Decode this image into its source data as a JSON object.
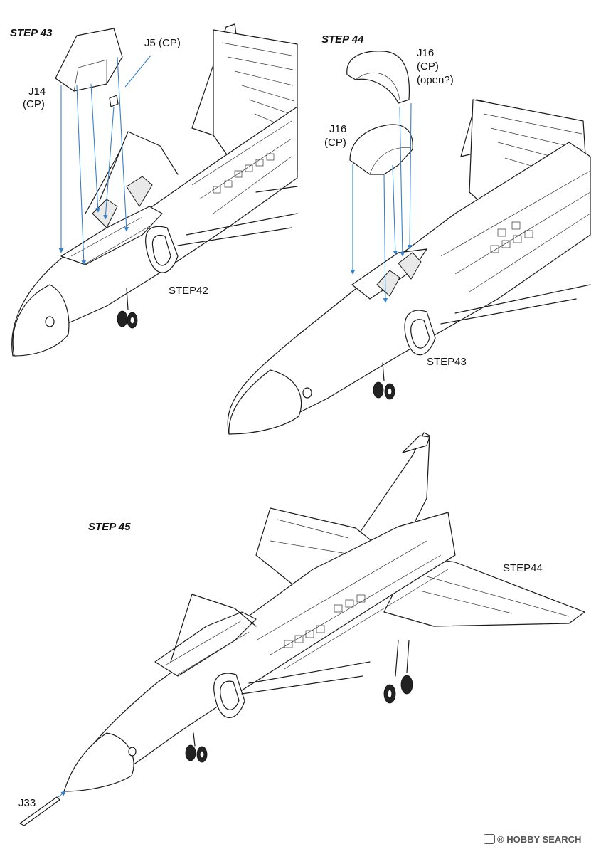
{
  "steps": {
    "s43": {
      "title": "STEP 43",
      "parts": {
        "j5": "J5 (CP)",
        "j14_a": "J14",
        "j14_b": "(CP)"
      },
      "ref": "STEP42"
    },
    "s44": {
      "title": "STEP 44",
      "parts": {
        "j16o_a": "J16",
        "j16o_b": "(CP)",
        "j16o_c": "(open?)",
        "j16c_a": "J16",
        "j16c_b": "(CP)"
      },
      "ref": "STEP43"
    },
    "s45": {
      "title": "STEP 45",
      "parts": {
        "j33": "J33"
      },
      "ref": "STEP44"
    }
  },
  "watermark": {
    "text": "HOBBY SEARCH",
    "mark": "®"
  },
  "colors": {
    "guide_line": "#3a7fc4",
    "ink": "#1a1a1a"
  }
}
